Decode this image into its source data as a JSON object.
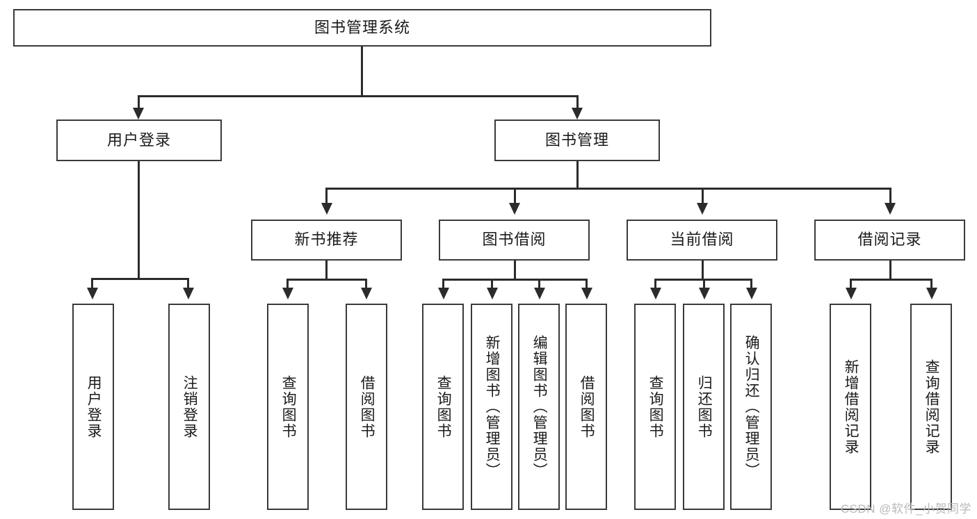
{
  "diagram": {
    "type": "tree-diagram",
    "title": "图书管理系统",
    "root": {
      "label": "图书管理系统"
    },
    "level1": [
      {
        "label": "用户登录"
      },
      {
        "label": "图书管理"
      }
    ],
    "level2": [
      {
        "label": "新书推荐"
      },
      {
        "label": "图书借阅"
      },
      {
        "label": "当前借阅"
      },
      {
        "label": "借阅记录"
      }
    ],
    "leaves": {
      "user_login": [
        {
          "label": "用户登录"
        },
        {
          "label": "注销登录"
        }
      ],
      "new_book_recommend": [
        {
          "label": "查询图书"
        },
        {
          "label": "借阅图书"
        }
      ],
      "book_borrow": [
        {
          "label": "查询图书"
        },
        {
          "label": "新增图书（管理员）"
        },
        {
          "label": "编辑图书（管理员）"
        },
        {
          "label": "借阅图书"
        }
      ],
      "current_borrow": [
        {
          "label": "查询图书"
        },
        {
          "label": "归还图书"
        },
        {
          "label": "确认归还（管理员）"
        }
      ],
      "borrow_record": [
        {
          "label": "新增借阅记录"
        },
        {
          "label": "查询借阅记录"
        }
      ]
    },
    "watermark": "CSDN @软件_小贺同学",
    "colors": {
      "border": "#3a3a3a",
      "connector": "#2b2b2b",
      "background": "#ffffff",
      "text": "#1a1a1a",
      "watermark": "#b9b9b9"
    }
  }
}
